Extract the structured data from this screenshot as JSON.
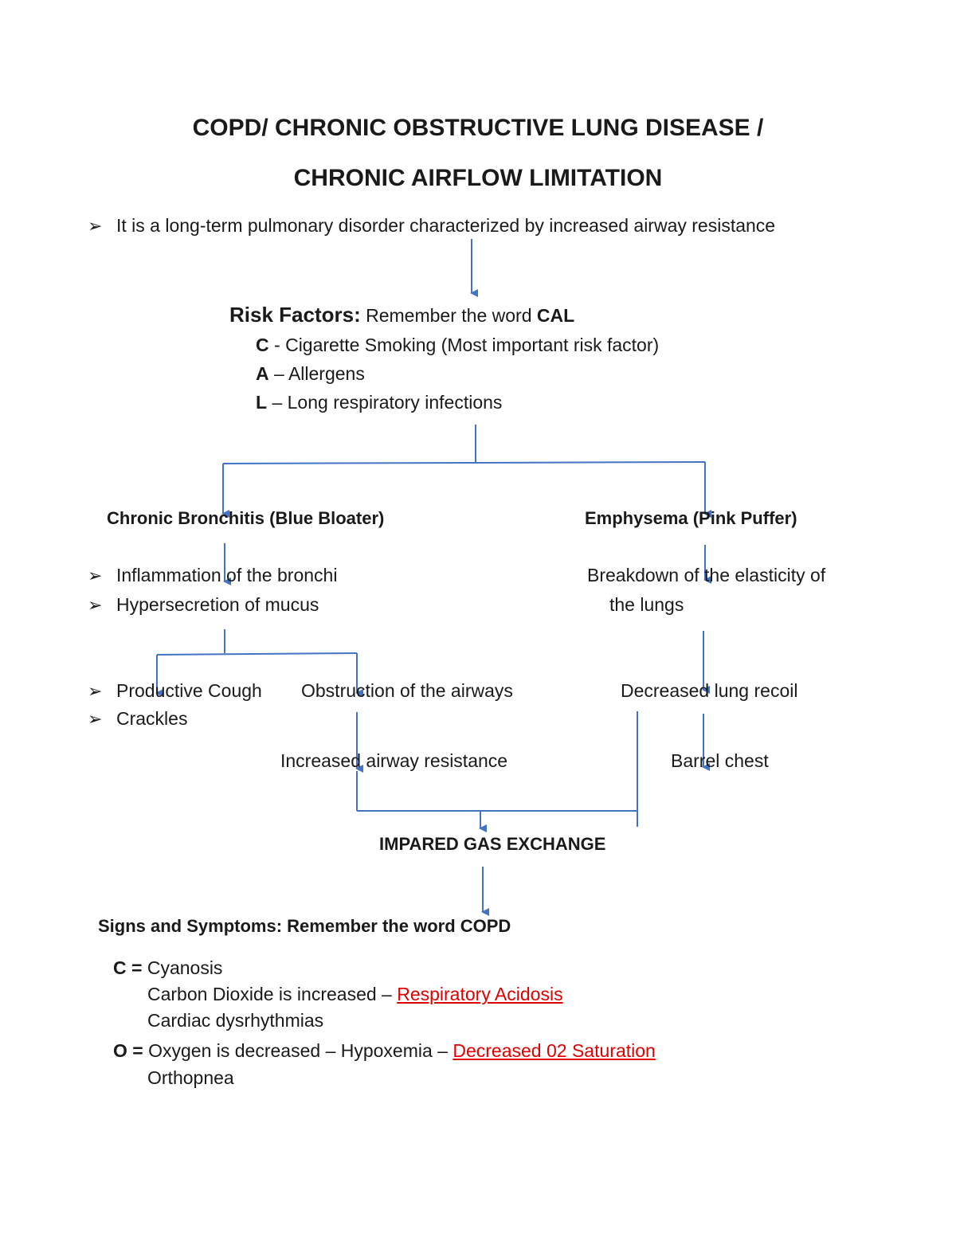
{
  "title": {
    "line1": "COPD/ CHRONIC OBSTRUCTIVE LUNG DISEASE /",
    "line2": "CHRONIC AIRFLOW LIMITATION"
  },
  "bullet_glyph": "➢",
  "definition": "It is a long-term pulmonary disorder characterized by increased airway resistance",
  "risk": {
    "heading": "Risk Factors:",
    "intro": "Remember the word ",
    "word": "CAL",
    "items": [
      {
        "letter": "C",
        "sep": " - ",
        "text": "Cigarette Smoking (Most important risk factor)"
      },
      {
        "letter": "A",
        "sep": " – ",
        "text": "Allergens"
      },
      {
        "letter": "L",
        "sep": " – ",
        "text": "Long respiratory infections"
      }
    ]
  },
  "bronchitis": {
    "heading": "Chronic Bronchitis (Blue Bloater)",
    "bullets": [
      "Inflammation of the bronchi",
      "Hypersecretion of mucus"
    ],
    "effects": [
      "Productive Cough",
      "Crackles"
    ],
    "obstruction": "Obstruction of the airways",
    "resistance": "Increased airway resistance"
  },
  "emphysema": {
    "heading": "Emphysema (Pink Puffer)",
    "line1": "Breakdown of the elasticity of",
    "line2": "the lungs",
    "recoil": "Decreased lung recoil",
    "chest": "Barrel chest"
  },
  "impaired": "IMPARED GAS EXCHANGE",
  "signs": {
    "heading": "Signs and Symptoms: Remember the word COPD",
    "c_letter": "C = ",
    "c_text": "Cyanosis",
    "c_sub1_text": "Carbon Dioxide is increased – ",
    "c_sub1_link": "Respiratory Acidosis",
    "c_sub2": "Cardiac dysrhythmias",
    "o_letter": "O = ",
    "o_text": "Oxygen is decreased – Hypoxemia – ",
    "o_link": "Decreased 02 Saturation",
    "o_sub": "Orthopnea"
  },
  "colors": {
    "arrow": "#4472c4",
    "emphasis_red": "#e00000"
  }
}
